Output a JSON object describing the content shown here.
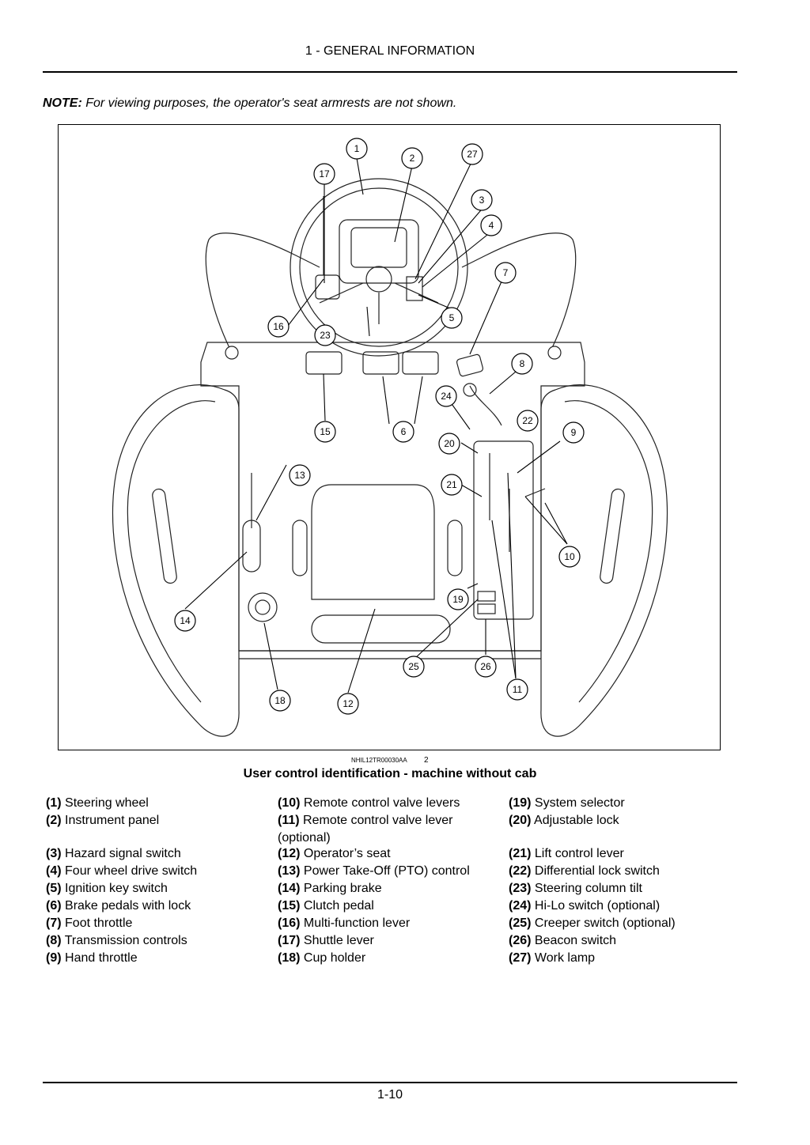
{
  "header": {
    "section": "1 - GENERAL INFORMATION"
  },
  "note": {
    "label": "NOTE:",
    "text": "For viewing purposes, the operator's seat armrests are not shown."
  },
  "figure": {
    "reference": "NHIL12TR00030AA",
    "number": "2",
    "caption": "User control identification - machine without cab",
    "callouts": [
      "1",
      "2",
      "3",
      "4",
      "5",
      "6",
      "7",
      "8",
      "9",
      "10",
      "11",
      "12",
      "13",
      "14",
      "15",
      "16",
      "17",
      "18",
      "19",
      "20",
      "21",
      "22",
      "23",
      "24",
      "25",
      "26",
      "27"
    ]
  },
  "legend": {
    "col1": [
      {
        "num": "(1)",
        "label": "Steering wheel"
      },
      {
        "num": "(2)",
        "label": "Instrument panel"
      },
      {
        "num": "(3)",
        "label": "Hazard signal switch"
      },
      {
        "num": "(4)",
        "label": "Four wheel drive switch"
      },
      {
        "num": "(5)",
        "label": "Ignition key switch"
      },
      {
        "num": "(6)",
        "label": "Brake pedals with lock"
      },
      {
        "num": "(7)",
        "label": "Foot throttle"
      },
      {
        "num": "(8)",
        "label": "Transmission controls"
      },
      {
        "num": "(9)",
        "label": "Hand throttle"
      }
    ],
    "col2": [
      {
        "num": "(10)",
        "label": "Remote control valve levers"
      },
      {
        "num": "(11)",
        "label": "Remote control valve lever (optional)"
      },
      {
        "num": "(12)",
        "label": "Operator’s seat"
      },
      {
        "num": "(13)",
        "label": "Power Take-Off (PTO) control"
      },
      {
        "num": "(14)",
        "label": "Parking brake"
      },
      {
        "num": "(15)",
        "label": "Clutch pedal"
      },
      {
        "num": "(16)",
        "label": "Multi-function lever"
      },
      {
        "num": "(17)",
        "label": "Shuttle lever"
      },
      {
        "num": "(18)",
        "label": "Cup holder"
      }
    ],
    "col3": [
      {
        "num": "(19)",
        "label": "System selector"
      },
      {
        "num": "(20)",
        "label": "Adjustable lock"
      },
      {
        "num": "(21)",
        "label": "Lift control lever"
      },
      {
        "num": "(22)",
        "label": "Differential lock switch"
      },
      {
        "num": "(23)",
        "label": "Steering column tilt"
      },
      {
        "num": "(24)",
        "label": "Hi-Lo switch (optional)"
      },
      {
        "num": "(25)",
        "label": "Creeper switch (optional)"
      },
      {
        "num": "(26)",
        "label": "Beacon switch"
      },
      {
        "num": "(27)",
        "label": "Work lamp"
      }
    ]
  },
  "footer": {
    "page": "1-10"
  }
}
